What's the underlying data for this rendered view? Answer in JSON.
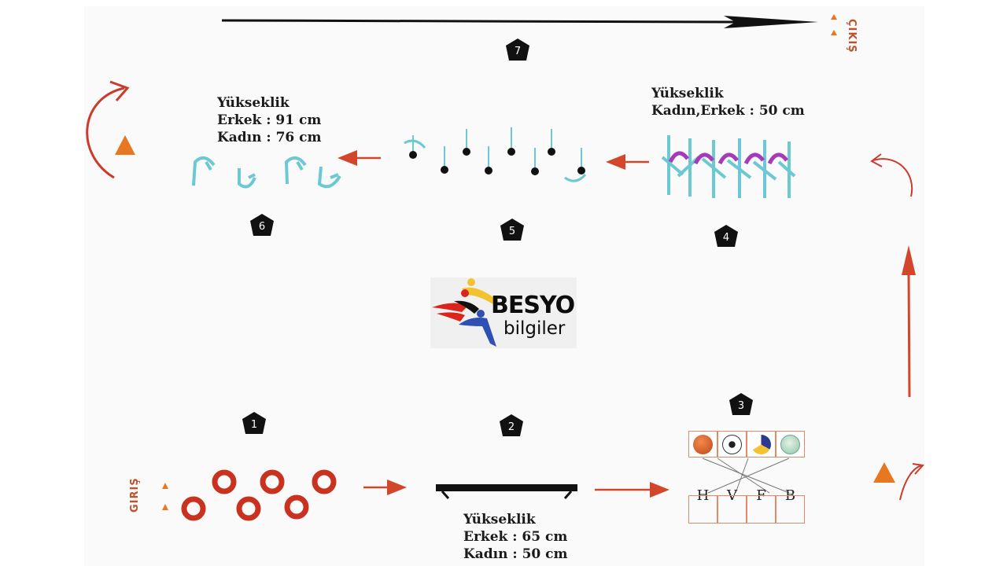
{
  "exit_label": "ÇIKIŞ",
  "entry_label": "GIRIŞ",
  "stations": [
    "1",
    "2",
    "3",
    "4",
    "5",
    "6",
    "7"
  ],
  "station4": {
    "title": "Yükseklik",
    "line1": "Kadın,Erkek : 50 cm"
  },
  "station6": {
    "title": "Yükseklik",
    "line1": "Erkek : 91 cm",
    "line2": "Kadın : 76 cm"
  },
  "station2": {
    "title": "Yükseklik",
    "line1": "Erkek : 65 cm",
    "line2": "Kadın : 50 cm"
  },
  "logo": {
    "title": "BESYO",
    "subtitle": "bilgiler"
  },
  "ball_letters": [
    "H",
    "V",
    "F",
    "B"
  ],
  "colors": {
    "arrow_red": "#d2472b",
    "cone_orange": "#e87722",
    "hurdle_cyan": "#6cc9d3",
    "hoop_red": "#c8321f",
    "purple": "#a53bb8",
    "exit_text": "#c0522b"
  }
}
